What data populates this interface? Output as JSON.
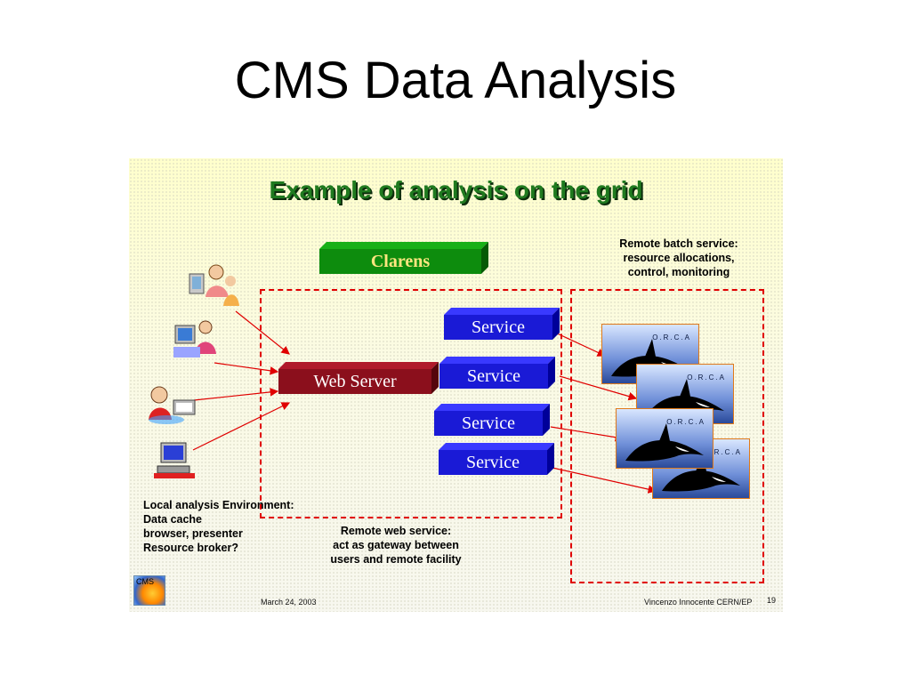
{
  "slide": {
    "title": "CMS Data Analysis"
  },
  "diagram": {
    "heading": "Example of analysis on the grid",
    "clarens_label": "Clarens",
    "web_server_label": "Web Server",
    "services": [
      "Service",
      "Service",
      "Service",
      "Service"
    ],
    "orca_label": "O.R.C.A",
    "remote_batch_note": [
      "Remote batch service:",
      "resource allocations,",
      "control, monitoring"
    ],
    "local_env_note": [
      "Local analysis Environment:",
      "Data cache",
      "browser, presenter",
      "Resource broker?"
    ],
    "remote_web_note": [
      "Remote web service:",
      "act as gateway between",
      "users and remote facility"
    ],
    "logo_text": "CMS",
    "footer_date": "March 24, 2003",
    "footer_author": "Vincenzo Innocente CERN/EP",
    "footer_page": "19",
    "colors": {
      "heading_green": "#1f7a1f",
      "clarens_green": "#0d8c0d",
      "web_server_red": "#8b0f1c",
      "service_blue": "#1a1ad6",
      "dashed_red": "#e00000"
    }
  }
}
